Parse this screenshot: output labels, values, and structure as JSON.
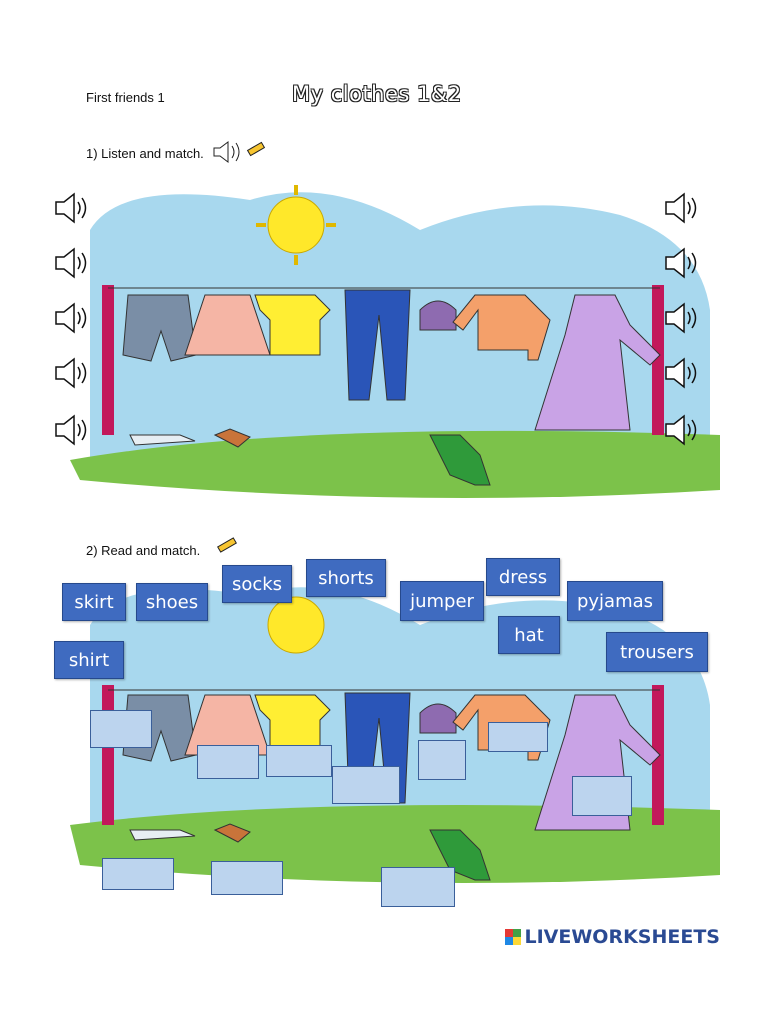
{
  "header": {
    "book": "First friends 1",
    "title": "My clothes 1&2"
  },
  "section1": {
    "instruction": "1) Listen and match.",
    "speaker_icon": "speaker-icon",
    "pencil_icon": "pencil-icon"
  },
  "section2": {
    "instruction": "2) Read and match.",
    "words": [
      "skirt",
      "shoes",
      "socks",
      "shorts",
      "jumper",
      "dress",
      "pyjamas",
      "hat",
      "shirt",
      "trousers"
    ]
  },
  "brand": {
    "name": "LIVEWORKSHEETS"
  },
  "colors": {
    "sky": "#a8d8ee",
    "grass": "#7cc24a",
    "word_bg": "#3f6bc0",
    "drop_bg": "#bcd4ee",
    "sun": "#ffe82a"
  }
}
